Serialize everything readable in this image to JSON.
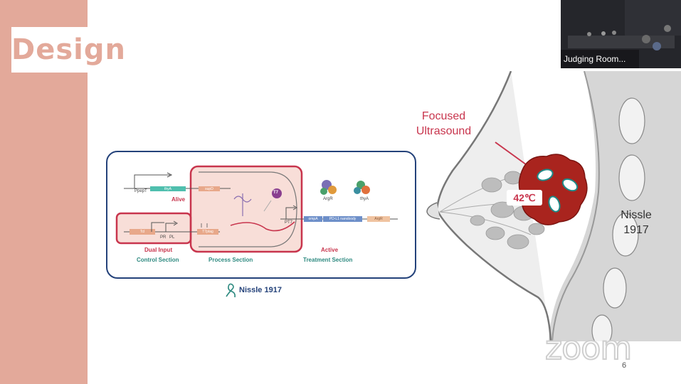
{
  "slide": {
    "title": "Design",
    "page_number": "6",
    "colors": {
      "accent_band": "#e3a99a",
      "red": "#c8354d",
      "teal": "#2e8a80",
      "navy": "#24427a"
    }
  },
  "circuit": {
    "promoters": {
      "pepT": "PpepT",
      "R": "PR",
      "L": "PL",
      "T7": "PT7"
    },
    "genes": {
      "thyA": "thyA",
      "supD": "supD",
      "tcl": "Tcl",
      "t7ptag": "T7ptag",
      "ompA": "ompA",
      "pdl1": "PD-L1 nanobody",
      "argR": "ArgR"
    },
    "proteins": {
      "argR": "ArgR",
      "thyA": "thyA"
    },
    "t7_badge": "T7",
    "labels": {
      "alive": "Alive",
      "dual_input": "Dual Input",
      "control": "Control Section",
      "process": "Process  Section",
      "active": "Active",
      "treatment": "Treatment Section"
    },
    "organism": "Nissle 1917"
  },
  "illustration": {
    "focused_line1": "Focused",
    "focused_line2": "Ultrasound",
    "temperature": "42℃",
    "nissle_line1": "Nissle",
    "nissle_line2": "1917"
  },
  "zoom": {
    "participant_name": "Judging Room...",
    "logo_text": "zoom"
  }
}
